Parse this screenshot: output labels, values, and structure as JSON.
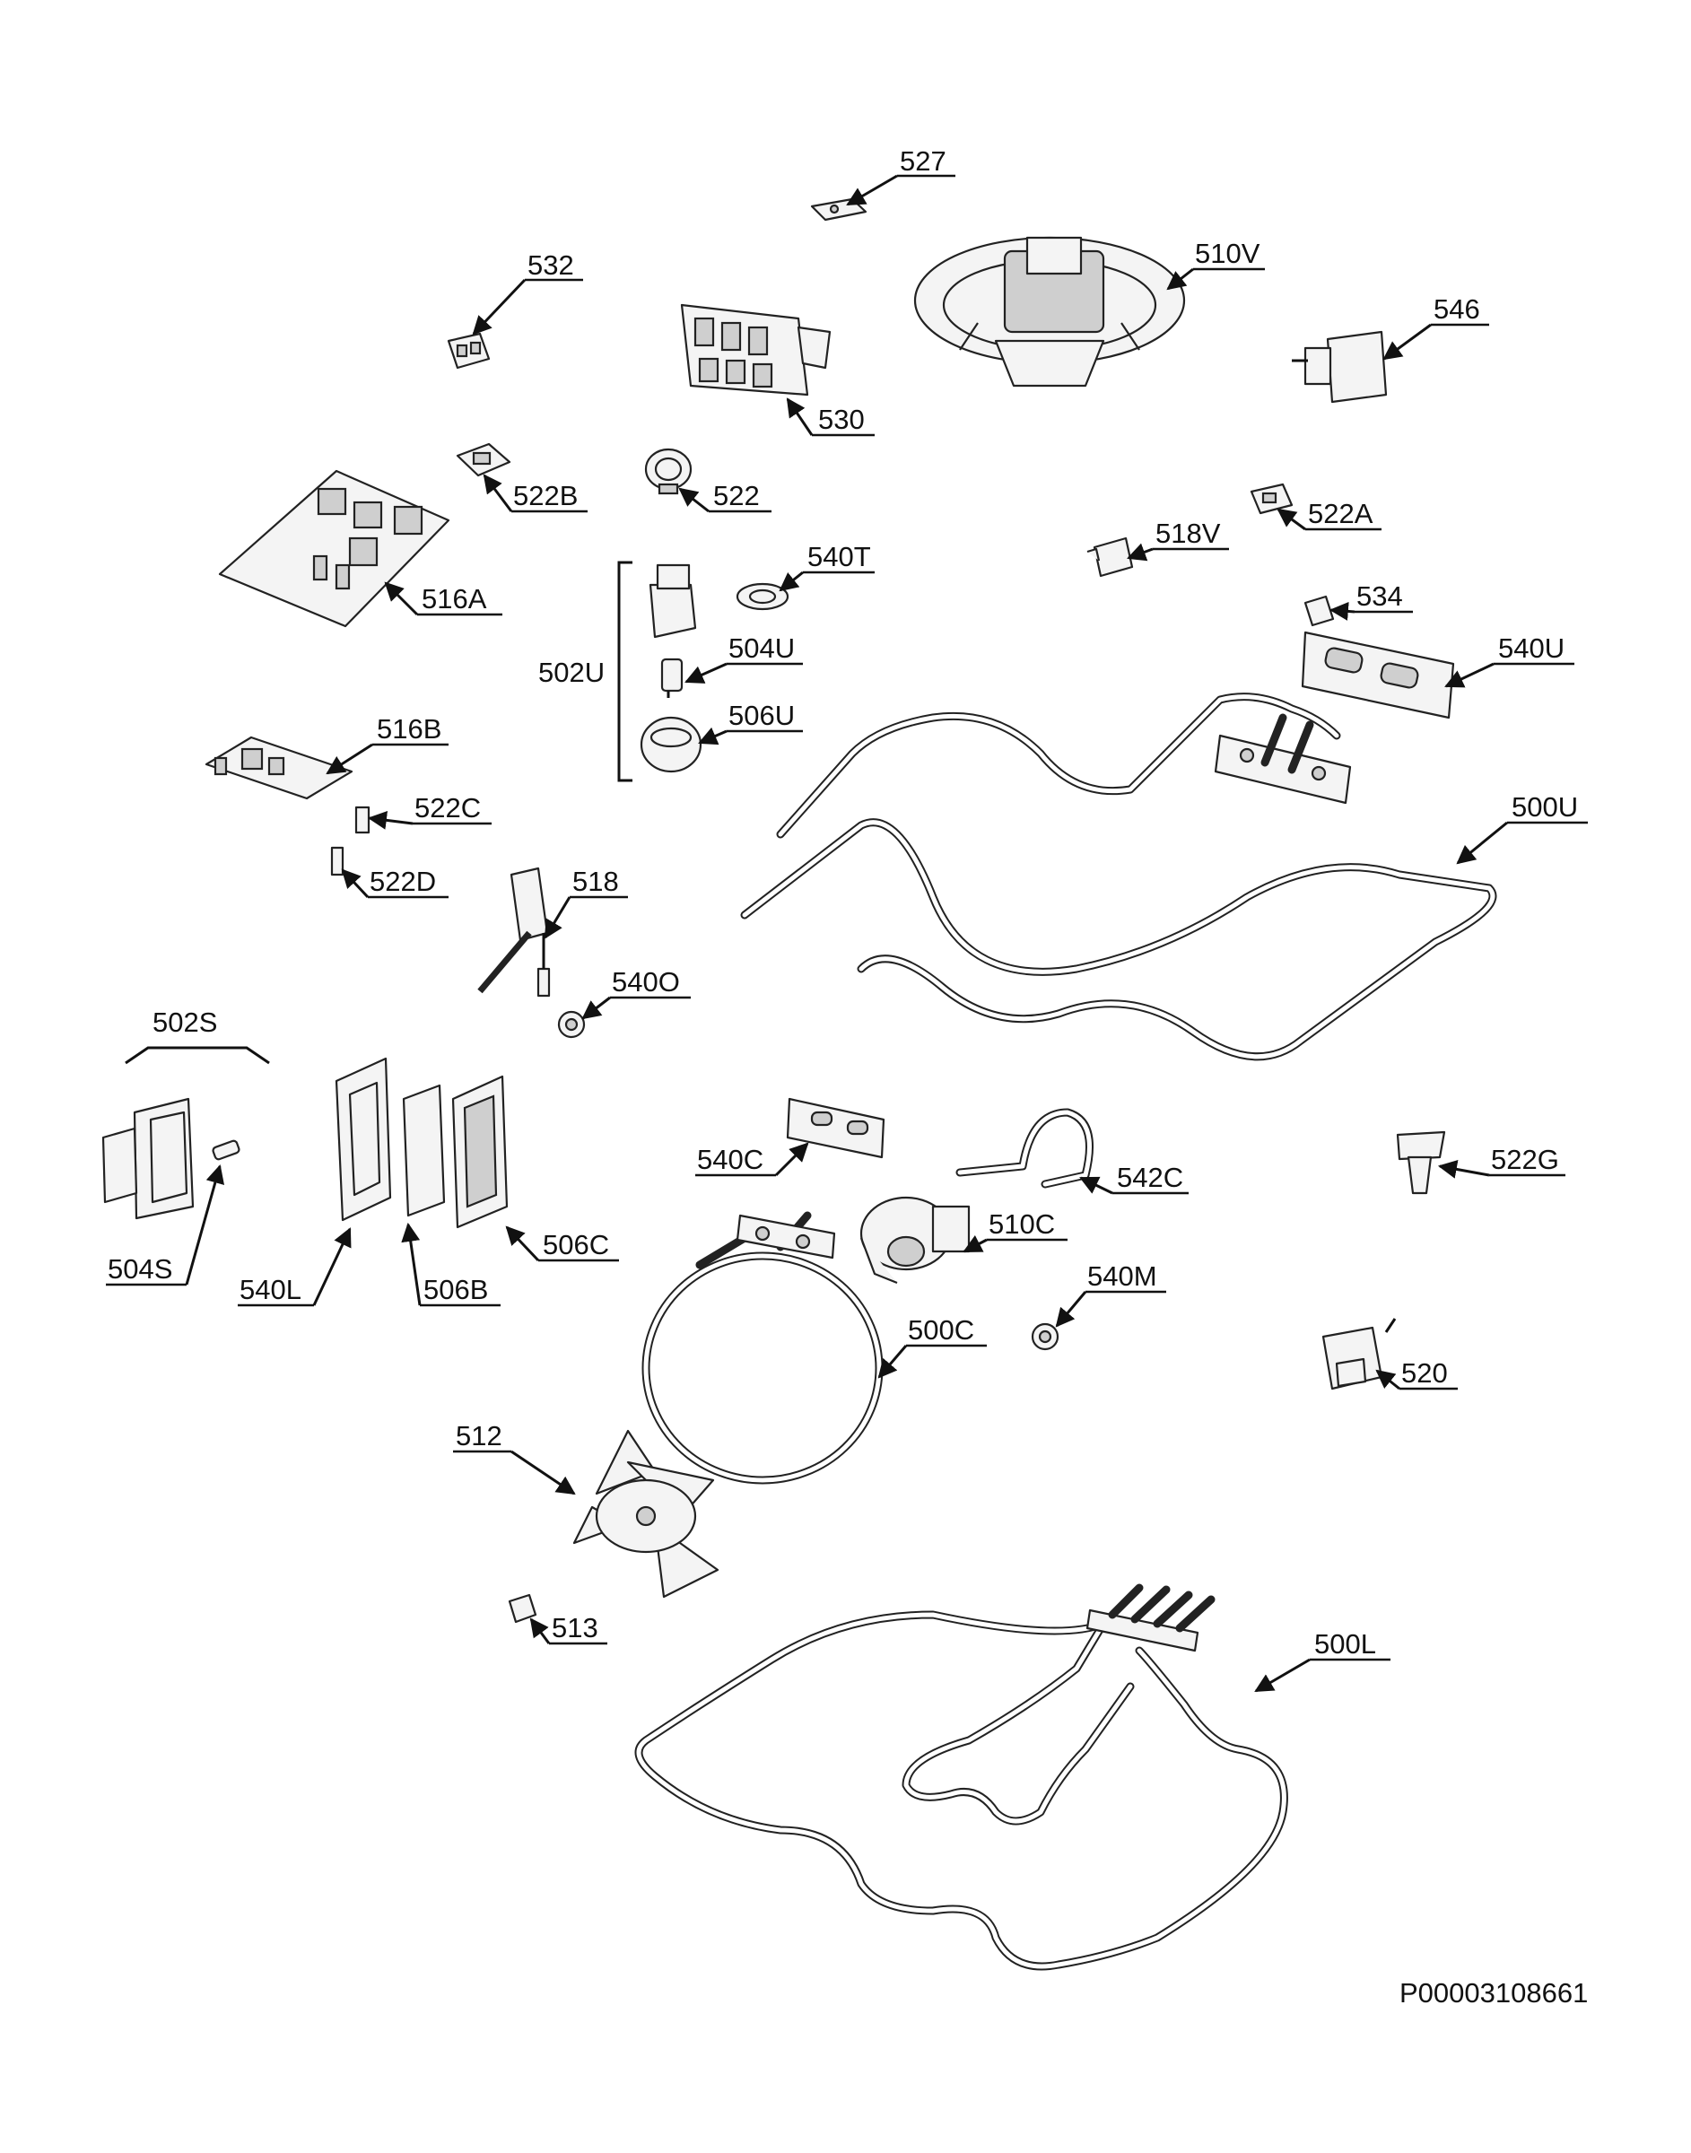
{
  "labels": {
    "l527": "527",
    "l510V": "510V",
    "l532": "532",
    "l546": "546",
    "l530": "530",
    "l522B": "522B",
    "l522": "522",
    "l522A": "522A",
    "l518V": "518V",
    "l540T": "540T",
    "l534": "534",
    "l516A": "516A",
    "l540U": "540U",
    "l504U": "504U",
    "l502U": "502U",
    "l506U": "506U",
    "l516B": "516B",
    "l522C": "522C",
    "l500U": "500U",
    "l522D": "522D",
    "l518": "518",
    "l540O": "540O",
    "l502S": "502S",
    "l540C": "540C",
    "l542C": "542C",
    "l522G": "522G",
    "l504S": "504S",
    "l540L": "540L",
    "l506B": "506B",
    "l506C": "506C",
    "l510C": "510C",
    "l540M": "540M",
    "l500C": "500C",
    "l520": "520",
    "l512": "512",
    "l513": "513",
    "l500L": "500L"
  },
  "document_id": "P00003108661"
}
